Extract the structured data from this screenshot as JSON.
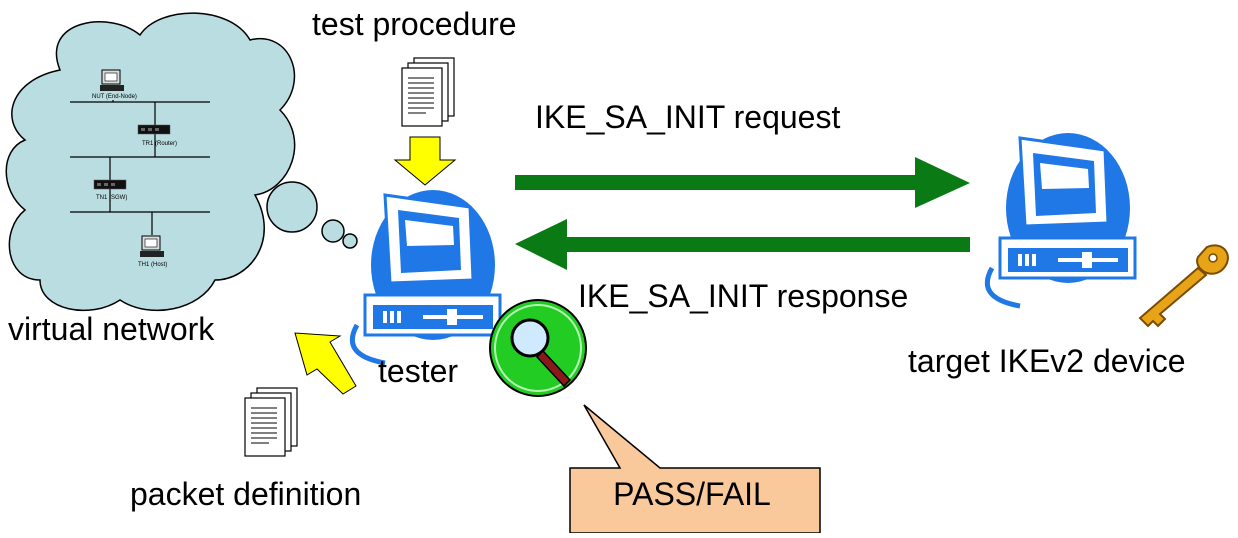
{
  "labels": {
    "test_procedure": "test procedure",
    "ike_request": "IKE_SA_INIT request",
    "ike_response": "IKE_SA_INIT response",
    "virtual_network": "virtual network",
    "tester": "tester",
    "target_device": "target IKEv2 device",
    "packet_definition": "packet definition",
    "pass_fail": "PASS/FAIL"
  },
  "network_nodes": {
    "nut": "NUT (End-Node)",
    "tr1": "TR1 (Router)",
    "tn1": "TN1 (SGW)",
    "th1": "TH1 (Host)"
  },
  "colors": {
    "cloud": "#b9dde1",
    "arrow_green": "#0a7a14",
    "arrow_yellow": "#ffff00",
    "callout_fill": "#f9c89b",
    "computer_blue": "#1f78e6",
    "magnifier_green": "#22cc22"
  },
  "icons": [
    "document-icon",
    "computer-icon",
    "magnifier-icon",
    "key-icon",
    "cloud-icon",
    "router-icon"
  ]
}
